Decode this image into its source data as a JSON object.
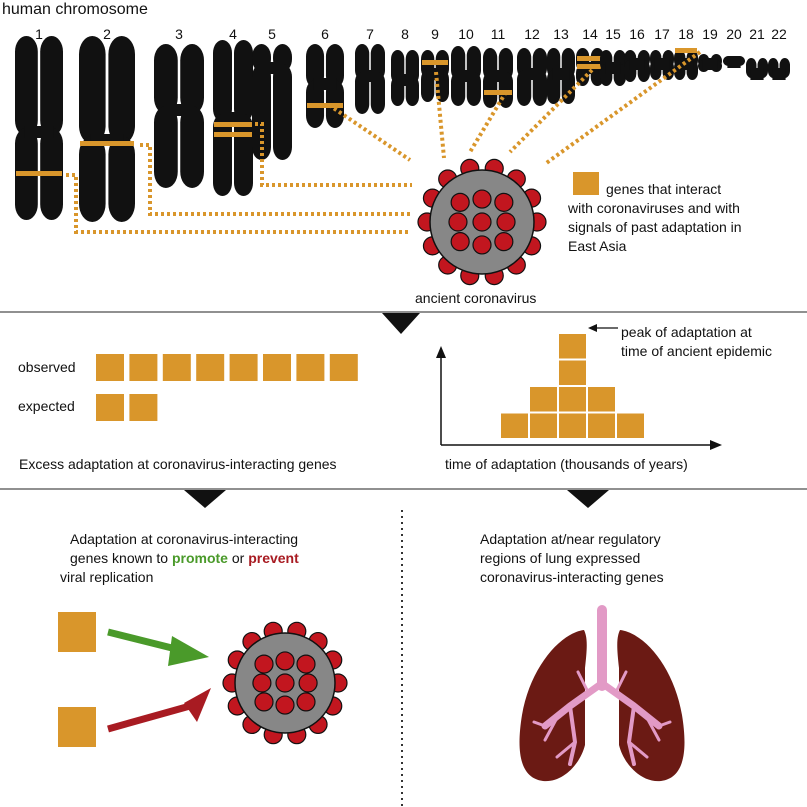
{
  "header": {
    "title": "human chromosome",
    "chromosomes": [
      "1",
      "2",
      "3",
      "4",
      "5",
      "6",
      "7",
      "8",
      "9",
      "10",
      "11",
      "12",
      "13",
      "14",
      "15",
      "16",
      "17",
      "18",
      "19",
      "20",
      "21",
      "22"
    ]
  },
  "legend": {
    "line1": "genes that interact",
    "line2": "with coronaviruses and with",
    "line3": "signals of past adaptation in",
    "line4": "East Asia"
  },
  "virus_label": "ancient coronavirus",
  "middle": {
    "observed_label": "observed",
    "expected_label": "expected",
    "observed_count": 8,
    "expected_count": 2,
    "caption": "Excess adaptation at coronavirus-interacting genes",
    "peak_line1": "peak of adaptation at",
    "peak_line2": "time of ancient epidemic",
    "x_axis_label": "time of adaptation (thousands of years)",
    "histogram_counts": [
      1,
      2,
      4,
      2,
      1
    ]
  },
  "bottom_left": {
    "line1": "Adaptation at coronavirus-interacting",
    "line2_pre": "genes known to ",
    "promote": "promote",
    "or": " or ",
    "prevent": "prevent",
    "line3": "viral replication"
  },
  "bottom_right": {
    "line1": "Adaptation at/near regulatory",
    "line2": "regions of lung expressed",
    "line3": "coronavirus-interacting genes"
  },
  "colors": {
    "gene_orange": "#d9962b",
    "virus_red": "#c2161f",
    "virus_gray": "#878787",
    "promote_green": "#4a9a2a",
    "prevent_red": "#a81b22",
    "lung_brown": "#6b1a14",
    "airway_pink": "#e29ac6"
  }
}
